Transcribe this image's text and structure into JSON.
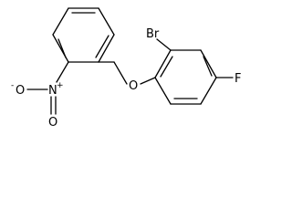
{
  "molecule": {
    "atoms": {
      "bromine": "Br",
      "fluorine": "F",
      "ether_oxygen": "O",
      "nitro_nitrogen": "N",
      "nitro_nitrogen_charge": "+",
      "nitro_oxygen_double": "O",
      "nitro_oxygen_single": "O",
      "nitro_oxygen_charge": "-"
    }
  }
}
